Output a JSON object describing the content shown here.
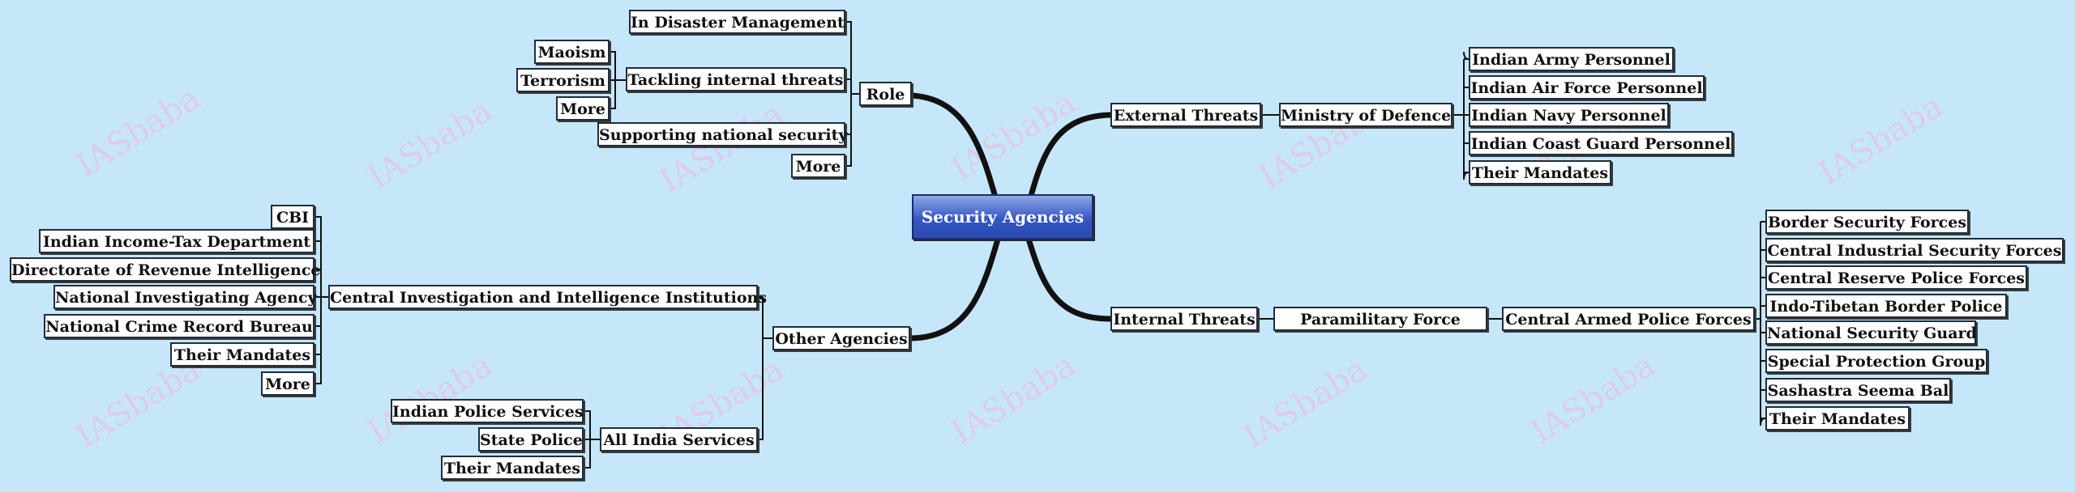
{
  "root": {
    "label": "Security Agencies"
  },
  "branches": {
    "role": {
      "label": "Role",
      "disaster": "In Disaster Management",
      "internal": "Tackling internal threats",
      "internal_items": [
        "Maoism",
        "Terrorism",
        "More"
      ],
      "supporting": "Supporting national security",
      "more": "More"
    },
    "external": {
      "label": "External Threats",
      "ministry": "Ministry of Defence",
      "items": [
        "Indian Army Personnel",
        "Indian Air Force Personnel",
        "Indian Navy Personnel",
        "Indian Coast Guard Personnel",
        "Their Mandates"
      ]
    },
    "internal": {
      "label": "Internal Threats",
      "paramilitary": "Paramilitary Force",
      "capf": "Central Armed Police Forces",
      "items": [
        "Border Security Forces",
        "Central Industrial Security Forces",
        "Central Reserve Police Forces",
        "Indo-Tibetan Border Police",
        "National Security Guard",
        "Special Protection Group",
        "Sashastra Seema Bal",
        "Their Mandates"
      ]
    },
    "other": {
      "label": "Other Agencies",
      "central": "Central Investigation and Intelligence Institutions",
      "central_items": [
        "CBI",
        "Indian Income-Tax Department",
        "Directorate of Revenue Intelligence",
        "National Investigating Agency",
        "National Crime Record Bureau",
        "Their Mandates",
        "More"
      ],
      "allindia": "All India Services",
      "allindia_items": [
        "Indian Police Services",
        "State Police",
        "Their Mandates"
      ]
    }
  },
  "watermark": "IASbaba",
  "colors": {
    "background": "#c6e7fa",
    "root_fill": "#3557c2",
    "node_border": "#1f2d3a"
  }
}
